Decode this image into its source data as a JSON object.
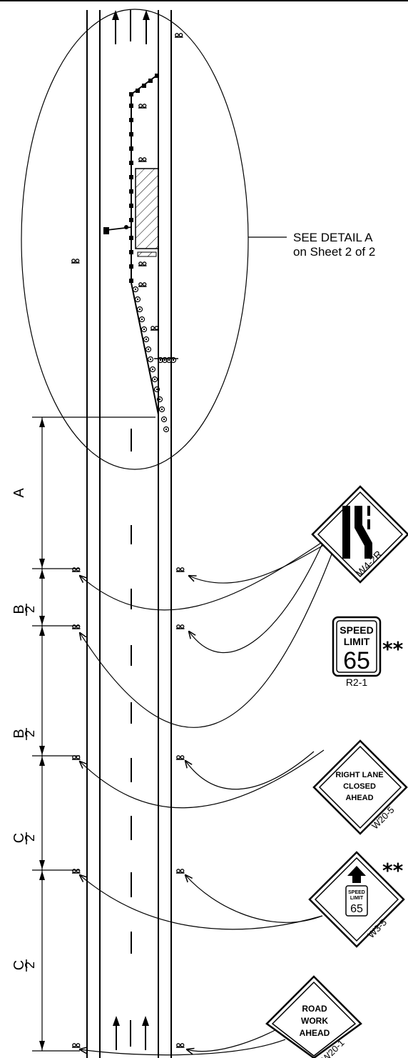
{
  "detail_callout": {
    "line1": "SEE DETAIL A",
    "line2": "on Sheet 2 of 2"
  },
  "dimensions": [
    {
      "label": "A",
      "type": "plain"
    },
    {
      "label": "B",
      "denominator": "2",
      "type": "fraction"
    },
    {
      "label": "B",
      "denominator": "2",
      "type": "fraction"
    },
    {
      "label": "C",
      "denominator": "2",
      "type": "fraction"
    },
    {
      "label": "C",
      "denominator": "2",
      "type": "fraction"
    }
  ],
  "signs": [
    {
      "code": "W4-2R",
      "kind": "lane-ends-diamond"
    },
    {
      "code": "R2-1",
      "kind": "speed-limit",
      "line1": "SPEED",
      "line2": "LIMIT",
      "speed": "65",
      "marker": "**"
    },
    {
      "code": "W20-5",
      "kind": "diamond-text",
      "line1": "RIGHT LANE",
      "line2": "CLOSED",
      "line3": "AHEAD"
    },
    {
      "code": "W3-5",
      "kind": "reduced-speed-ahead",
      "line1": "SPEED",
      "line2": "LIMIT",
      "speed": "65",
      "marker": "**"
    },
    {
      "code": "W20-1",
      "kind": "diamond-text",
      "line1": "ROAD",
      "line2": "WORK",
      "line3": "AHEAD"
    }
  ],
  "colors": {
    "ink": "#000000",
    "background": "#ffffff"
  }
}
